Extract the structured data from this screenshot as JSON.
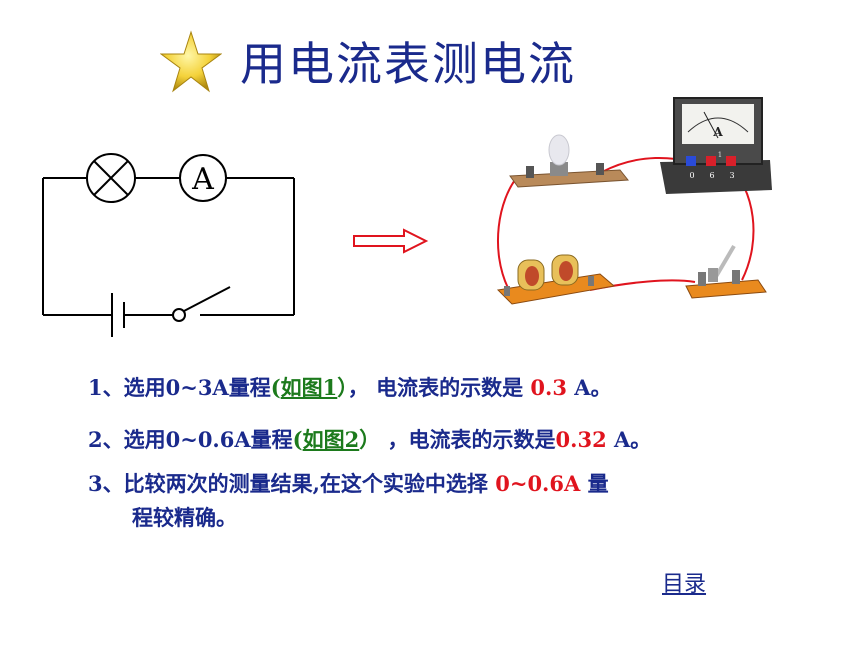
{
  "title": "用电流表测电流",
  "circuit": {
    "ammeter_label": "A"
  },
  "apparatus": {
    "meter_unit": "A",
    "meter_scale": "1",
    "terminal_labels": [
      "0",
      "6",
      "3"
    ]
  },
  "lines": [
    {
      "prefix": "1、选用0~3A量程",
      "open_paren": "(",
      "ref": "如图1",
      "close_paren": "）",
      "mid": "， 电流表的示数是 ",
      "value": "0.3",
      "suffix": "  A。"
    },
    {
      "prefix": "2、选用0~0.6A量程",
      "open_paren": "(",
      "ref": "如图2",
      "close_paren": "）",
      "mid": " ，电流表的示数是",
      "value": "0.32",
      "suffix": " A。"
    },
    {
      "prefix": "3、比较两次的测量结果,在这个实验中选择 ",
      "value": "0~0.6A",
      "suffix": "  量",
      "cont": "程较精确。"
    }
  ],
  "menu_link": "目录",
  "colors": {
    "title": "#1a2a8c",
    "text": "#1a2a8c",
    "highlight": "#e0141e",
    "ref": "#1c7a1c",
    "wire": "#e0141e",
    "board": "#e98a1e"
  }
}
